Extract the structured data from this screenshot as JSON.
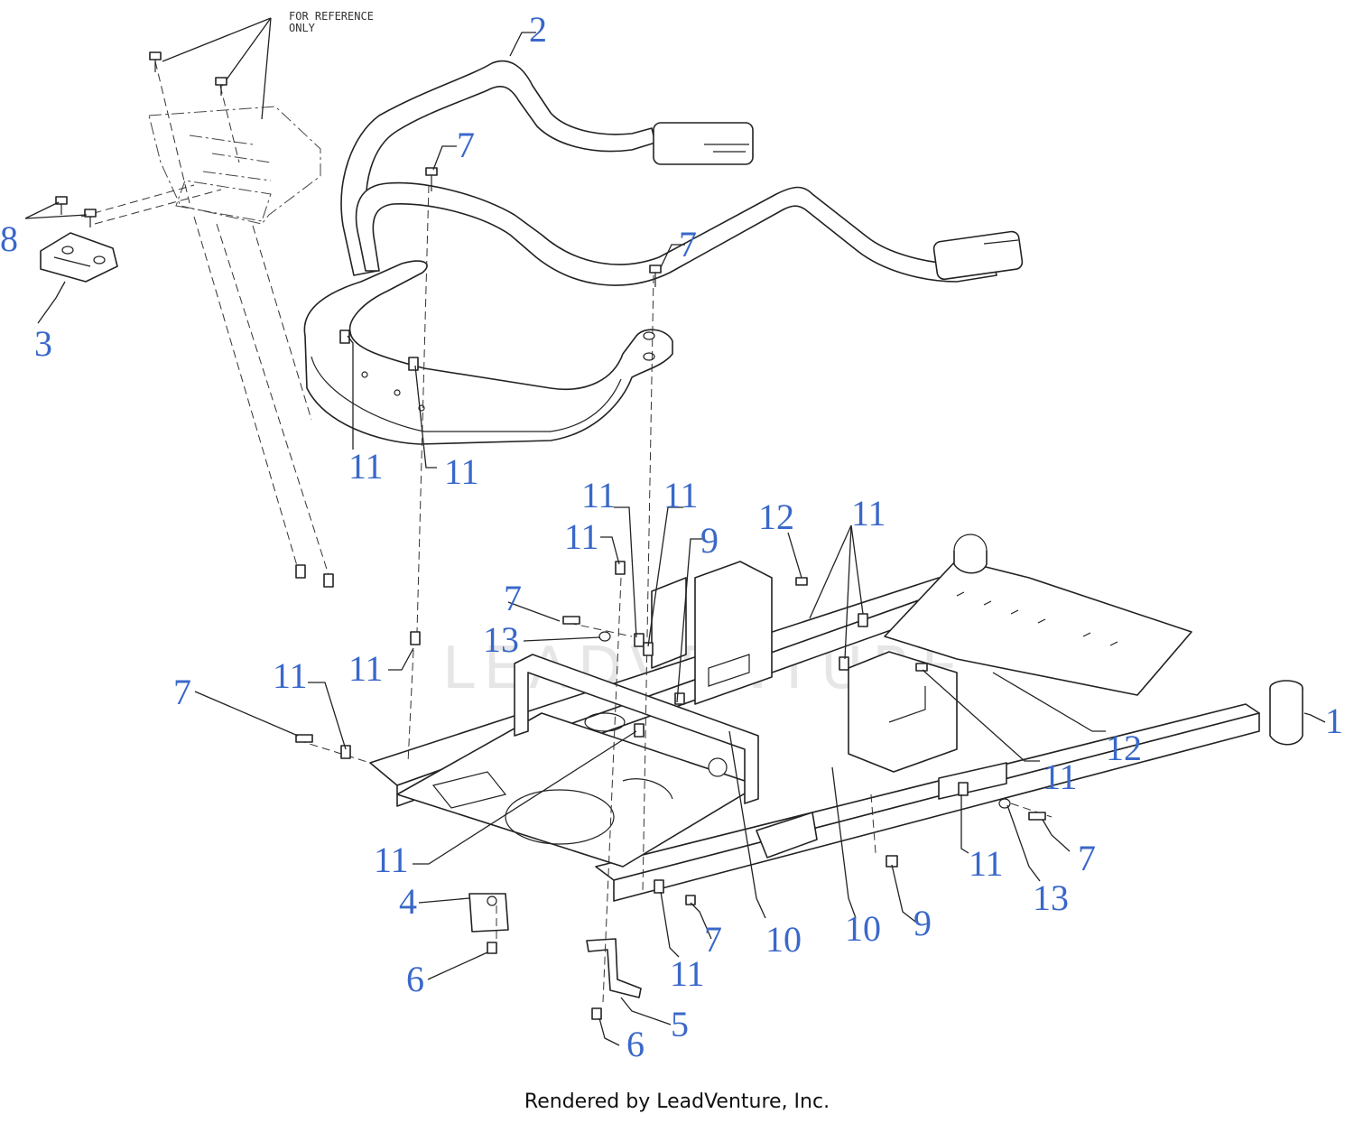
{
  "diagram": {
    "reference_note_line1": "FOR REFERENCE",
    "reference_note_line2": "ONLY",
    "watermark": "LEADVENTURE",
    "footer": "Rendered by LeadVenture, Inc.",
    "accent_color": "#3a68c9"
  },
  "callouts": [
    {
      "id": "c1",
      "text": "1"
    },
    {
      "id": "c2",
      "text": "2"
    },
    {
      "id": "c3",
      "text": "3"
    },
    {
      "id": "c4",
      "text": "4"
    },
    {
      "id": "c5",
      "text": "5"
    },
    {
      "id": "c6a",
      "text": "6"
    },
    {
      "id": "c6b",
      "text": "6"
    },
    {
      "id": "c7a",
      "text": "7"
    },
    {
      "id": "c7b",
      "text": "7"
    },
    {
      "id": "c7c",
      "text": "7"
    },
    {
      "id": "c7d",
      "text": "7"
    },
    {
      "id": "c7e",
      "text": "7"
    },
    {
      "id": "c7f",
      "text": "7"
    },
    {
      "id": "c8",
      "text": "8"
    },
    {
      "id": "c9a",
      "text": "9"
    },
    {
      "id": "c9b",
      "text": "9"
    },
    {
      "id": "c10a",
      "text": "10"
    },
    {
      "id": "c10b",
      "text": "10"
    },
    {
      "id": "c11a",
      "text": "11"
    },
    {
      "id": "c11b",
      "text": "11"
    },
    {
      "id": "c11c",
      "text": "11"
    },
    {
      "id": "c11d",
      "text": "11"
    },
    {
      "id": "c11e",
      "text": "11"
    },
    {
      "id": "c11f",
      "text": "11"
    },
    {
      "id": "c11g",
      "text": "11"
    },
    {
      "id": "c11h",
      "text": "11"
    },
    {
      "id": "c11i",
      "text": "11"
    },
    {
      "id": "c11j",
      "text": "11"
    },
    {
      "id": "c11k",
      "text": "11"
    },
    {
      "id": "c11l",
      "text": "11"
    },
    {
      "id": "c12a",
      "text": "12"
    },
    {
      "id": "c12b",
      "text": "12"
    },
    {
      "id": "c13a",
      "text": "13"
    },
    {
      "id": "c13b",
      "text": "13"
    }
  ]
}
